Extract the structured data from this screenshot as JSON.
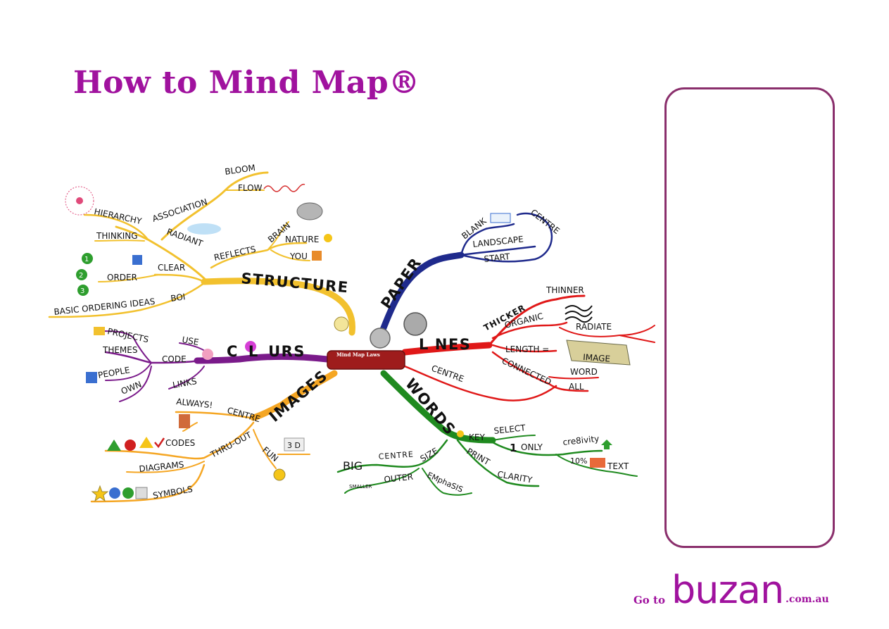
{
  "title": "How to Mind Map®",
  "colors": {
    "title": "#a0129e",
    "structure": "#f2c12e",
    "paper": "#1f2a8c",
    "lines": "#e01818",
    "colours": "#7a1a8a",
    "images": "#f5a623",
    "words": "#1f8a1f",
    "panel_border": "#8a2f6c"
  },
  "mind_map": {
    "center": "Mind Map Laws",
    "branches": {
      "structure": {
        "label": "STRUCTURE",
        "words": [
          "ASSOCIATION",
          "BLOOM",
          "FLOW",
          "HIERARCHY",
          "THINKING",
          "RADIANT",
          "REFLECTS",
          "BRAIN",
          "NATURE",
          "YOU",
          "CLEAR",
          "ORDER",
          "BASIC ORDERING IDEAS",
          "BOI"
        ],
        "order_numbers": [
          "1",
          "2",
          "3"
        ]
      },
      "paper": {
        "label": "PAPER",
        "words": [
          "BLANK",
          "CENTRE",
          "LANDSCAPE",
          "START"
        ]
      },
      "lines": {
        "label_parts": [
          "L",
          "NES"
        ],
        "words": [
          "THICKER",
          "THINNER",
          "ORGANIC",
          "RADIATE",
          "LENGTH =",
          "IMAGE",
          "WORD",
          "CONNECTED",
          "ALL",
          "CENTRE"
        ]
      },
      "colours": {
        "label_parts": [
          "C",
          "L",
          "URS"
        ],
        "words": [
          "PROJECTS",
          "THEMES",
          "CODE",
          "USE",
          "PEOPLE",
          "OWN",
          "LINKS"
        ]
      },
      "images": {
        "label": "IMAGES",
        "words": [
          "ALWAYS!",
          "CENTRE",
          "CODES",
          "THRU-OUT",
          "DIAGRAMS",
          "SYMBOLS",
          "FUN",
          "3 D"
        ]
      },
      "words": {
        "label": "WORDS",
        "words": [
          "KEY",
          "SELECT",
          "1",
          "ONLY",
          "cre8ivity",
          "10%",
          "TEXT",
          "PRINT",
          "CLARITY",
          "SIZE",
          "CENTRE",
          "BIG",
          "OUTER",
          "SMALLER",
          "EMphaSIS"
        ]
      }
    }
  },
  "footer": {
    "goto": "Go to",
    "brand": "buzan",
    "domain": ".com.au"
  }
}
